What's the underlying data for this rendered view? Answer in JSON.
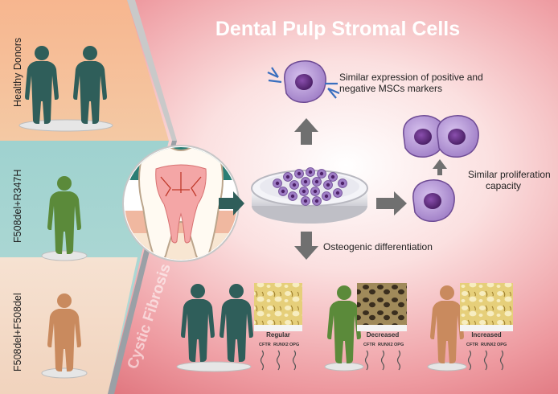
{
  "title": "Dental Pulp Stromal Cells",
  "groups": {
    "healthy": "Healthy Donors",
    "f508_r347h": "F508del+R347H",
    "f508_f508": "F508del+F508del",
    "cystic_fibrosis": "Cystic Fibrosis"
  },
  "findings": {
    "markers": "Similar expression of positive and negative MSCs markers",
    "markers_line1": "Similar expression of positive and",
    "markers_line2": "negative MSCs markers",
    "proliferation": "Similar proliferation capacity",
    "proliferation_line1": "Similar proliferation",
    "proliferation_line2": "capacity",
    "osteogenic": "Osteogenic differentiation"
  },
  "outcomes": [
    {
      "label": "Regular",
      "genes": [
        "CFTR",
        "RUNX2",
        "OPG"
      ]
    },
    {
      "label": "Decreased",
      "genes": [
        "CFTR",
        "RUNX2",
        "OPG"
      ]
    },
    {
      "label": "Increased",
      "genes": [
        "CFTR",
        "RUNX2",
        "OPG"
      ]
    }
  ],
  "colors": {
    "healthy_figure": "#2f5e5a",
    "r347h_figure": "#5b8a3a",
    "f508_figure": "#c98a5e",
    "cell_body": "#b99ad6",
    "cell_nucleus": "#5c2f7a",
    "arrow": "#707070",
    "band_top": "#f2c0a0",
    "band_mid": "#9fd0cc",
    "band_bottom": "#f4dcc8",
    "background": "#e8868e"
  },
  "icons": [
    "tooth-icon",
    "petri-dish-icon",
    "cell-icon",
    "receptor-icon",
    "human-figure-icon",
    "bone-tissue-icon",
    "dna-wave-icon"
  ]
}
